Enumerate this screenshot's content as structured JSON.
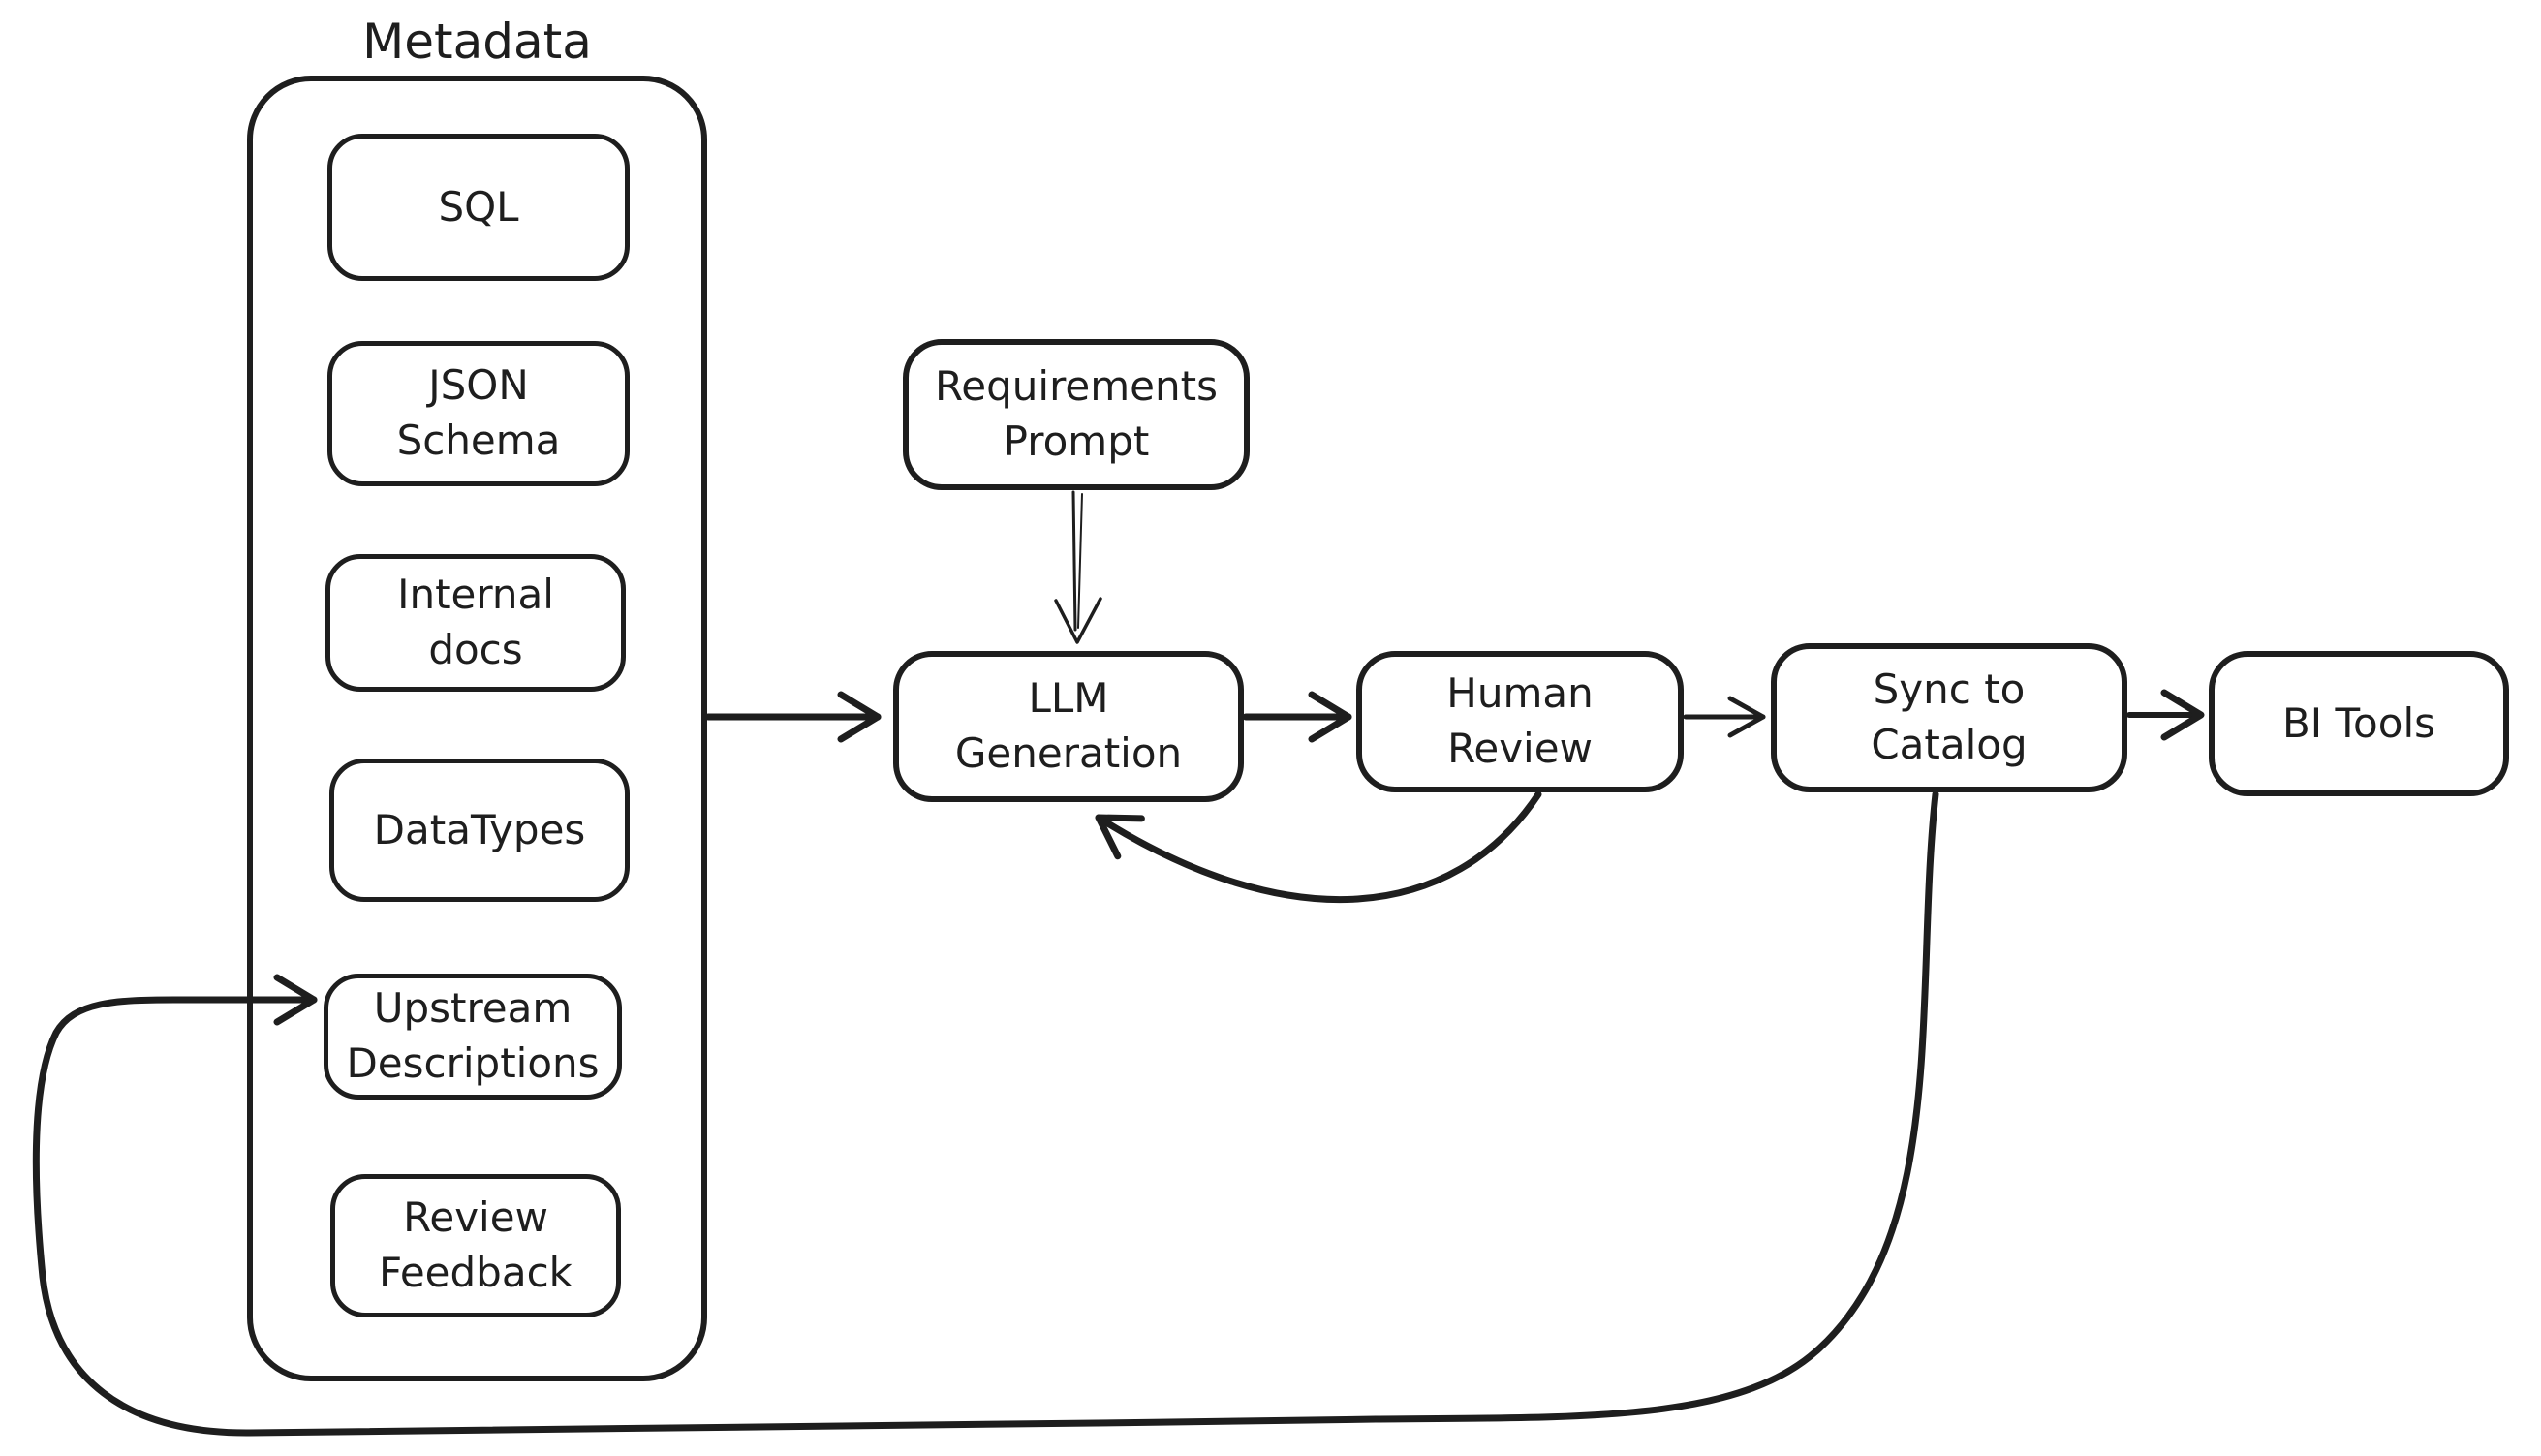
{
  "diagram": {
    "background": "#ffffff",
    "stroke_color": "#1e1e1e",
    "group": {
      "label": "Metadata",
      "items": [
        {
          "label": "SQL"
        },
        {
          "label": "JSON Schema"
        },
        {
          "label": "Internal docs"
        },
        {
          "label": "DataTypes"
        },
        {
          "label": "Upstream Descriptions"
        },
        {
          "label": "Review Feedback"
        }
      ]
    },
    "nodes": [
      {
        "id": "requirements-prompt",
        "label": "Requirements Prompt"
      },
      {
        "id": "llm-generation",
        "label": "LLM Generation"
      },
      {
        "id": "human-review",
        "label": "Human Review"
      },
      {
        "id": "sync-to-catalog",
        "label": "Sync to Catalog"
      },
      {
        "id": "bi-tools",
        "label": "BI Tools"
      }
    ],
    "edges": [
      {
        "from": "Requirements Prompt",
        "to": "LLM Generation",
        "style": "thin"
      },
      {
        "from": "Metadata",
        "to": "LLM Generation",
        "style": "thick"
      },
      {
        "from": "LLM Generation",
        "to": "Human Review",
        "style": "thick"
      },
      {
        "from": "Human Review",
        "to": "Sync to Catalog",
        "style": "medium"
      },
      {
        "from": "Sync to Catalog",
        "to": "BI Tools",
        "style": "thick"
      },
      {
        "from": "Human Review",
        "to": "LLM Generation",
        "style": "thick",
        "type": "feedback-curve"
      },
      {
        "from": "Sync to Catalog",
        "to": "Upstream Descriptions",
        "style": "thick",
        "type": "feedback-loop"
      }
    ]
  }
}
